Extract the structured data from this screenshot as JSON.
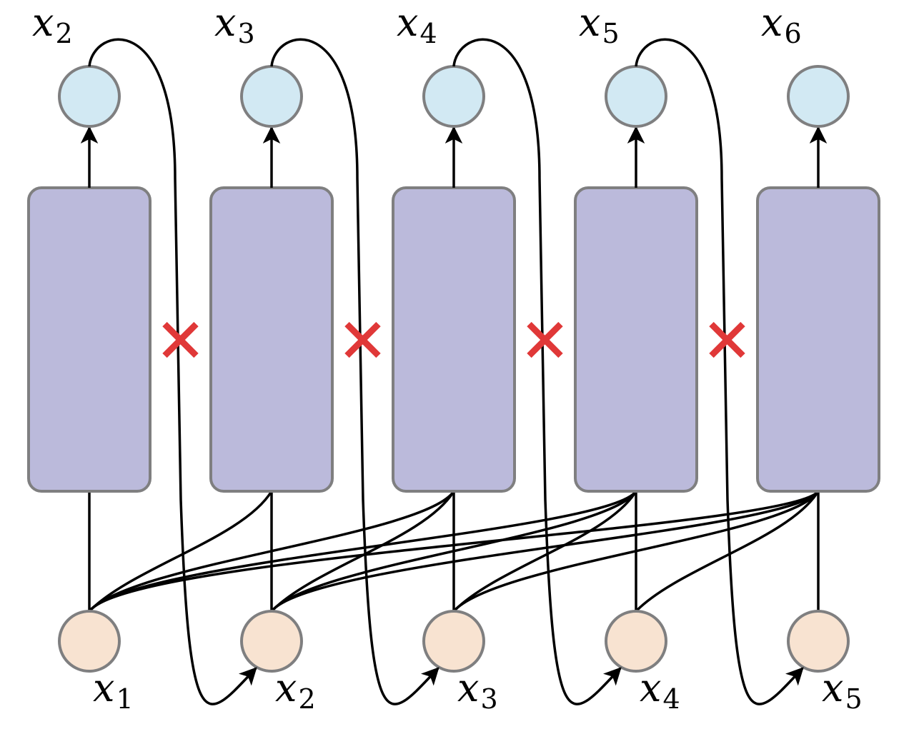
{
  "diagram": {
    "columns": [
      {
        "input": {
          "var": "x",
          "sub": "1"
        },
        "output": {
          "var": "x",
          "sub": "2"
        }
      },
      {
        "input": {
          "var": "x",
          "sub": "2"
        },
        "output": {
          "var": "x",
          "sub": "3"
        }
      },
      {
        "input": {
          "var": "x",
          "sub": "3"
        },
        "output": {
          "var": "x",
          "sub": "4"
        }
      },
      {
        "input": {
          "var": "x",
          "sub": "4"
        },
        "output": {
          "var": "x",
          "sub": "5"
        }
      },
      {
        "input": {
          "var": "x",
          "sub": "5"
        },
        "output": {
          "var": "x",
          "sub": "6"
        }
      }
    ],
    "blocked_marker": "×",
    "colors": {
      "block_fill": "#bbbadb",
      "output_node_fill": "#d2e9f3",
      "input_node_fill": "#f8e3d1",
      "node_stroke": "#7f7f80",
      "blocked_marker": "#e03838",
      "wire": "#000000"
    }
  }
}
